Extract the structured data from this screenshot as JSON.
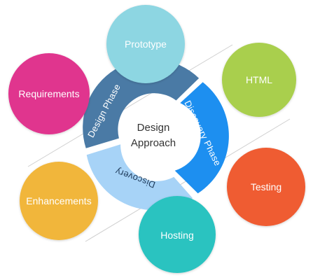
{
  "center": {
    "line1": "Design",
    "line2": "Approach"
  },
  "ring": {
    "design_phase": {
      "label": "Design Phase",
      "color": "#4a7aa5"
    },
    "discovery_phase": {
      "label": "Discovery Phase",
      "color": "#1d8ff0"
    },
    "discovery": {
      "label": "Discovery",
      "color": "#a7d3f7"
    }
  },
  "bubbles": {
    "prototype": {
      "label": "Prototype",
      "color": "#8dd6e2"
    },
    "requirements": {
      "label": "Requirements",
      "color": "#e0358e"
    },
    "html": {
      "label": "HTML",
      "color": "#a9cf4d"
    },
    "testing": {
      "label": "Testing",
      "color": "#ef5b32"
    },
    "enhancements": {
      "label": "Enhancements",
      "color": "#f1b63b"
    },
    "hosting": {
      "label": "Hosting",
      "color": "#2cc3c0"
    }
  }
}
